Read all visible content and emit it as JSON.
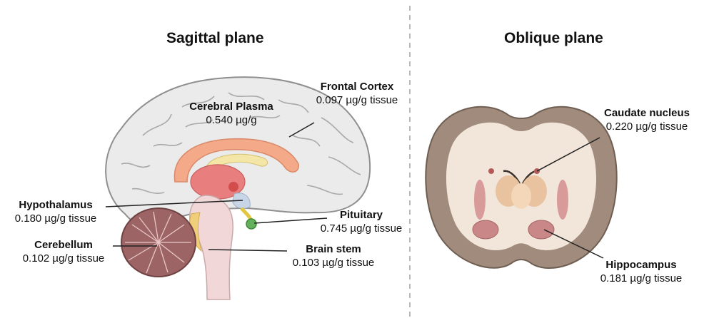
{
  "panels": {
    "left": {
      "title": "Sagittal plane"
    },
    "right": {
      "title": "Oblique plane"
    }
  },
  "regions": {
    "frontal_cortex": {
      "name": "Frontal Cortex",
      "value": "0.097 µg/g tissue"
    },
    "cerebral_plasma": {
      "name": "Cerebral Plasma",
      "value": "0.540 µg/g"
    },
    "hypothalamus": {
      "name": "Hypothalamus",
      "value": "0.180 µg/g tissue"
    },
    "pituitary": {
      "name": "Pituitary",
      "value": "0.745 µg/g tissue"
    },
    "cerebellum": {
      "name": "Cerebellum",
      "value": "0.102 µg/g tissue"
    },
    "brain_stem": {
      "name": "Brain stem",
      "value": "0.103 µg/g tissue"
    },
    "caudate_nucleus": {
      "name": "Caudate nucleus",
      "value": "0.220 µg/g tissue"
    },
    "hippocampus": {
      "name": "Hippocampus",
      "value": "0.181 µg/g tissue"
    }
  },
  "colors": {
    "cortex": "#ebebeb",
    "cortex_outline": "#9a9a9a",
    "cerebellum": "#9c6464",
    "brain_stem": "#f1d7d7",
    "corpus_callosum": "#f4a988",
    "thalamus": "#e87e7e",
    "fornix": "#f3e6a6",
    "pituitary": "#63b15a",
    "slice_gray": "#a08b7c",
    "slice_white": "#f2e6da",
    "hippocampus": "#c98787",
    "leader": "#222222",
    "divider": "#b9b9b9"
  }
}
